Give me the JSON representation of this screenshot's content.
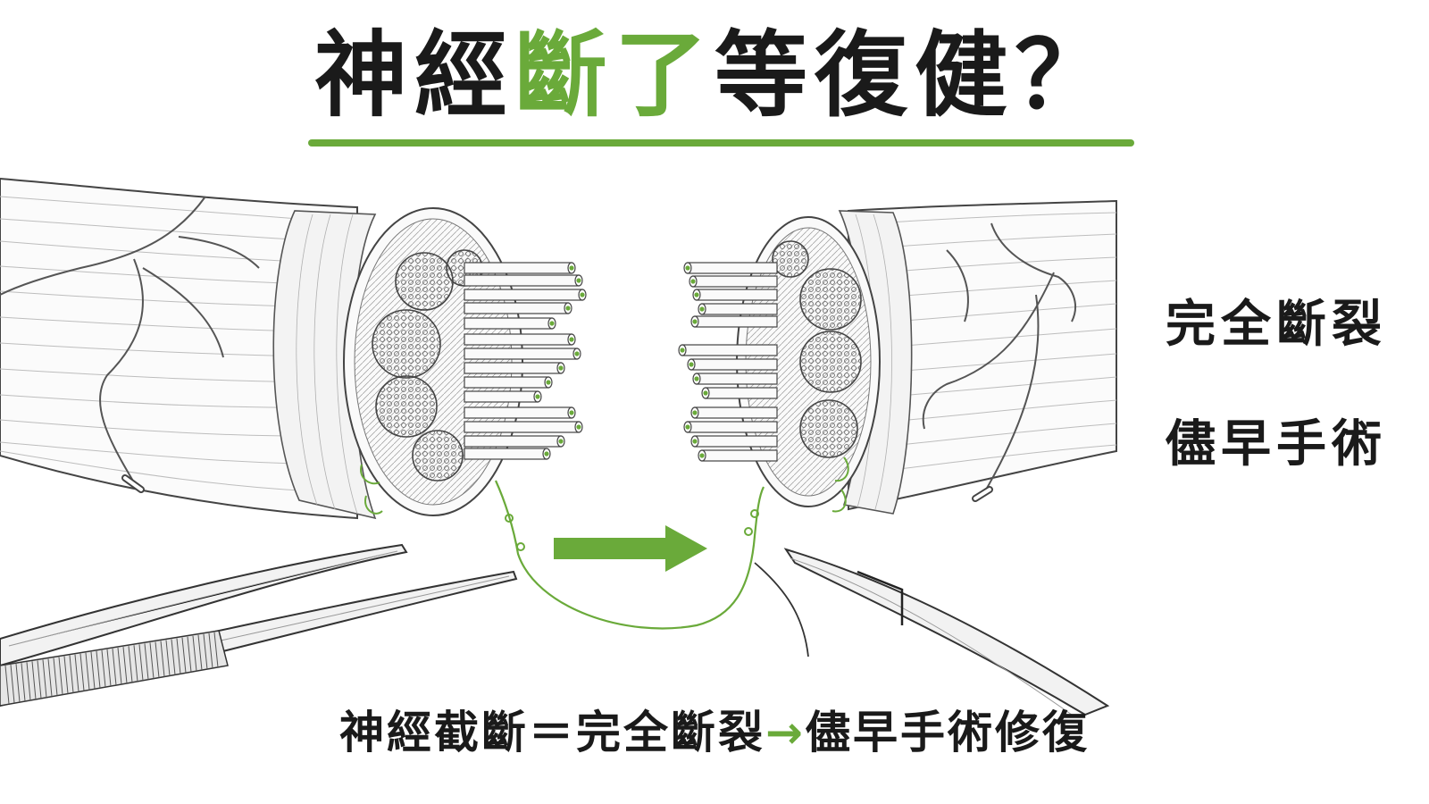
{
  "title": {
    "part1": "神經",
    "highlight": "斷了",
    "part2": "等復健？"
  },
  "side_labels": [
    "完全斷裂",
    "儘早手術"
  ],
  "caption": {
    "left": "神經截斷＝完全斷裂",
    "arrow": "→",
    "right": "儘早手術修復"
  },
  "colors": {
    "accent": "#6aaa3a",
    "text": "#1a1a1a",
    "line": "#555555"
  },
  "icons": [
    "green-arrow-icon",
    "forceps-icon",
    "needle-holder-icon"
  ]
}
